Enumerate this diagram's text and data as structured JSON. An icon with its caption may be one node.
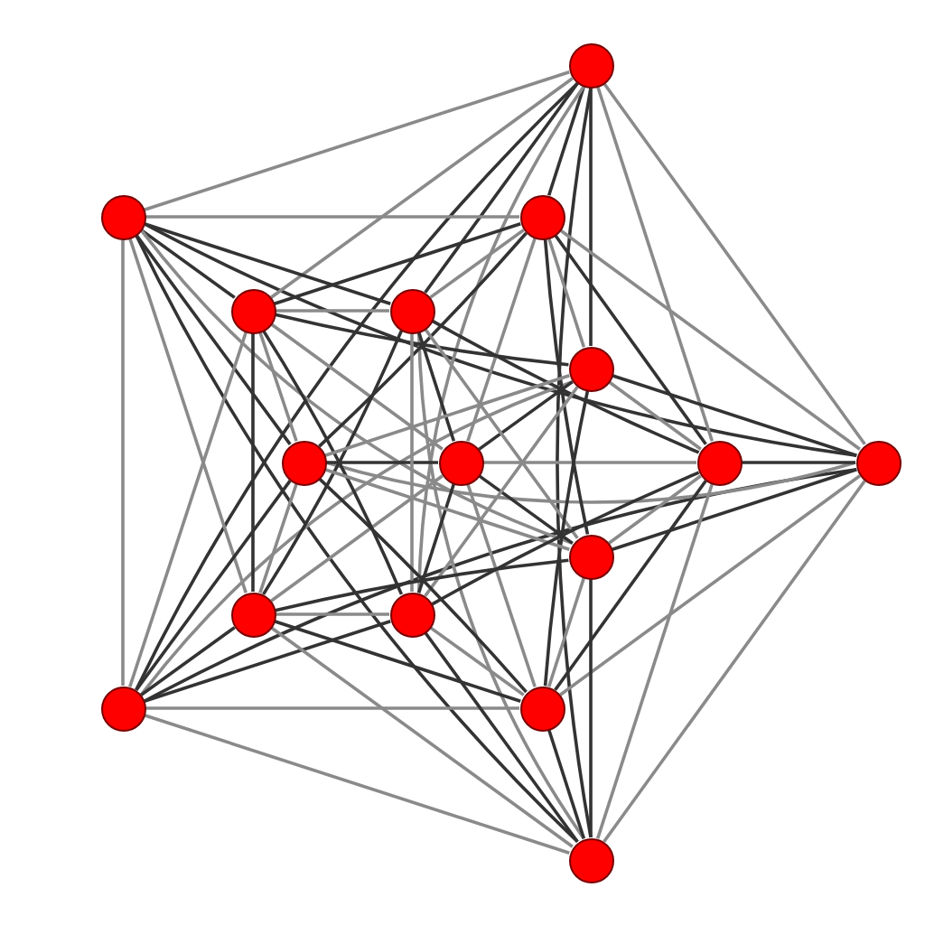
{
  "diagram": {
    "nodes": [
      {
        "text": [],
        "shape": "circle"
      },
      {
        "text": [],
        "shape": "circle"
      },
      {
        "text": [],
        "shape": "circle"
      },
      {
        "text": [],
        "shape": "circle"
      },
      {
        "text": [],
        "shape": "circle"
      },
      {
        "text": [],
        "shape": "circle"
      },
      {
        "text": [],
        "shape": "circle"
      },
      {
        "text": [],
        "shape": "circle"
      },
      {
        "text": [],
        "shape": "circle"
      },
      {
        "text": [],
        "shape": "circle"
      },
      {
        "text": [],
        "shape": "circle"
      },
      {
        "text": [],
        "shape": "circle"
      },
      {
        "text": [],
        "shape": "circle"
      },
      {
        "text": [],
        "shape": "circle"
      },
      {
        "text": [],
        "shape": "circle"
      },
      {
        "text": [],
        "shape": "circle"
      }
    ],
    "edges": [
      {
        "from": 0,
        "to": 1,
        "arrow": "none"
      },
      {
        "from": 0,
        "to": 9,
        "arrow": "none"
      },
      {
        "from": 0,
        "to": 13,
        "arrow": "none",
        "color": "#333333"
      },
      {
        "from": 0,
        "to": 15,
        "arrow": "none",
        "color": "#333333"
      },
      {
        "from": 1,
        "to": 9,
        "arrow": "none",
        "color": "#333333"
      },
      {
        "from": 1,
        "to": 13,
        "arrow": "none"
      },
      {
        "from": 1,
        "to": 15,
        "arrow": "none",
        "color": "#333333"
      },
      {
        "from": 9,
        "to": 13,
        "arrow": "none",
        "color": "#333333"
      },
      {
        "from": 9,
        "to": 15,
        "arrow": "none"
      },
      {
        "from": 13,
        "to": 15,
        "arrow": "none"
      },
      {
        "from": 0,
        "to": 2,
        "arrow": "none",
        "color": "#333333"
      },
      {
        "from": 0,
        "to": 3,
        "arrow": "none"
      },
      {
        "from": 0,
        "to": 4,
        "arrow": "none",
        "color": "#333333"
      },
      {
        "from": 0,
        "to": 5,
        "arrow": "none",
        "color": "#333333"
      },
      {
        "from": 0,
        "to": 8,
        "arrow": "none"
      },
      {
        "from": 0,
        "to": 12,
        "arrow": "none"
      },
      {
        "from": 1,
        "to": 2,
        "arrow": "none"
      },
      {
        "from": 1,
        "to": 3,
        "arrow": "none",
        "color": "#333333"
      },
      {
        "from": 1,
        "to": 4,
        "arrow": "none",
        "color": "#333333"
      },
      {
        "from": 1,
        "to": 6,
        "arrow": "none",
        "color": "#333333"
      },
      {
        "from": 1,
        "to": 10,
        "arrow": "none"
      },
      {
        "from": 1,
        "to": 11,
        "arrow": "none"
      },
      {
        "from": 2,
        "to": 9,
        "arrow": "none"
      },
      {
        "from": 5,
        "to": 9,
        "arrow": "none",
        "color": "#333333"
      },
      {
        "from": 6,
        "to": 9,
        "arrow": "none"
      },
      {
        "from": 8,
        "to": 9,
        "arrow": "none",
        "color": "#333333"
      },
      {
        "from": 9,
        "to": 10,
        "arrow": "none",
        "color": "#333333"
      },
      {
        "from": 9,
        "to": 14,
        "arrow": "none"
      },
      {
        "from": 3,
        "to": 13,
        "arrow": "none"
      },
      {
        "from": 5,
        "to": 13,
        "arrow": "none"
      },
      {
        "from": 6,
        "to": 13,
        "arrow": "none",
        "color": "#333333"
      },
      {
        "from": 11,
        "to": 13,
        "arrow": "none",
        "color": "#333333"
      },
      {
        "from": 12,
        "to": 13,
        "arrow": "none",
        "color": "#333333"
      },
      {
        "from": 13,
        "to": 14,
        "arrow": "none"
      },
      {
        "from": 4,
        "to": 15,
        "arrow": "none"
      },
      {
        "from": 8,
        "to": 15,
        "arrow": "none"
      },
      {
        "from": 10,
        "to": 15,
        "arrow": "none",
        "color": "#333333"
      },
      {
        "from": 11,
        "to": 15,
        "arrow": "none"
      },
      {
        "from": 12,
        "to": 15,
        "arrow": "none",
        "color": "#333333"
      },
      {
        "from": 14,
        "to": 15,
        "arrow": "none",
        "color": "#333333"
      },
      {
        "from": 2,
        "to": 7,
        "arrow": "none"
      },
      {
        "from": 3,
        "to": 7,
        "arrow": "none"
      },
      {
        "from": 4,
        "to": 7,
        "arrow": "none",
        "color": "#333333"
      },
      {
        "from": 5,
        "to": 7,
        "arrow": "none",
        "color": "#333333"
      },
      {
        "from": 6,
        "to": 7,
        "arrow": "none",
        "color": "#333333"
      },
      {
        "from": 7,
        "to": 8,
        "arrow": "none"
      },
      {
        "from": 7,
        "to": 10,
        "arrow": "none",
        "color": "#333333"
      },
      {
        "from": 7,
        "to": 11,
        "arrow": "none"
      },
      {
        "from": 7,
        "to": 12,
        "arrow": "none",
        "color": "#333333"
      },
      {
        "from": 7,
        "to": 14,
        "arrow": "none"
      },
      {
        "from": 2,
        "to": 3,
        "arrow": "none",
        "color": "#333333"
      },
      {
        "from": 2,
        "to": 4,
        "arrow": "none"
      },
      {
        "from": 2,
        "to": 5,
        "arrow": "none"
      },
      {
        "from": 2,
        "to": 6,
        "arrow": "none",
        "color": "#333333"
      },
      {
        "from": 2,
        "to": 8,
        "arrow": "none",
        "color": "#333333"
      },
      {
        "from": 2,
        "to": 10,
        "arrow": "none",
        "color": "#333333"
      },
      {
        "from": 3,
        "to": 4,
        "arrow": "none"
      },
      {
        "from": 3,
        "to": 5,
        "arrow": "none",
        "color": "#333333"
      },
      {
        "from": 3,
        "to": 6,
        "arrow": "none"
      },
      {
        "from": 3,
        "to": 11,
        "arrow": "none",
        "color": "#333333"
      },
      {
        "from": 3,
        "to": 12,
        "arrow": "none",
        "color": "#333333"
      },
      {
        "from": 4,
        "to": 8,
        "arrow": "none",
        "color": "#333333"
      },
      {
        "from": 4,
        "to": 10,
        "arrow": "none"
      },
      {
        "from": 4,
        "to": 11,
        "arrow": "none",
        "color": "#333333"
      },
      {
        "from": 4,
        "to": 12,
        "arrow": "none"
      },
      {
        "from": 5,
        "to": 6,
        "arrow": "none"
      },
      {
        "from": 5,
        "to": 8,
        "arrow": "none"
      },
      {
        "from": 5,
        "to": 12,
        "arrow": "none"
      },
      {
        "from": 5,
        "to": 14,
        "arrow": "none",
        "color": "#333333"
      },
      {
        "from": 6,
        "to": 10,
        "arrow": "none"
      },
      {
        "from": 6,
        "to": 11,
        "arrow": "none"
      },
      {
        "from": 6,
        "to": 14,
        "arrow": "none",
        "color": "#333333"
      },
      {
        "from": 8,
        "to": 10,
        "arrow": "none"
      },
      {
        "from": 8,
        "to": 12,
        "arrow": "none",
        "color": "#333333"
      },
      {
        "from": 8,
        "to": 14,
        "arrow": "none",
        "color": "#333333"
      },
      {
        "from": 10,
        "to": 11,
        "arrow": "none",
        "color": "#333333"
      },
      {
        "from": 10,
        "to": 14,
        "arrow": "none"
      },
      {
        "from": 11,
        "to": 12,
        "arrow": "none"
      },
      {
        "from": 11,
        "to": 14,
        "arrow": "none",
        "color": "#333333"
      },
      {
        "from": 12,
        "to": 14,
        "arrow": "none"
      }
    ]
  }
}
